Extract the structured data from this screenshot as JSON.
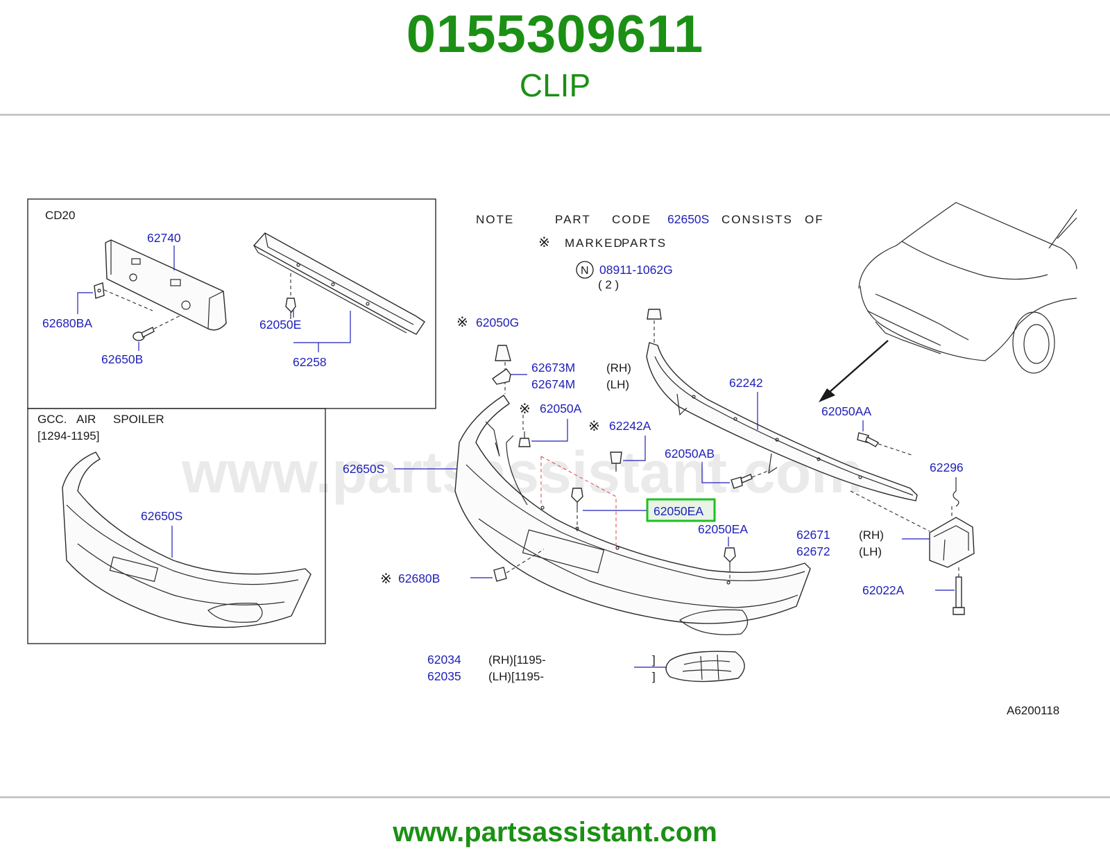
{
  "header": {
    "part_number": "0155309611",
    "part_name": "CLIP"
  },
  "footer": {
    "url": "www.partsassistant.com"
  },
  "watermark": "www.partsassistant.com",
  "diagram": {
    "code": "A6200118",
    "note": {
      "line1_a": "NOTE",
      "line1_b": "PART",
      "line1_c": "CODE",
      "line1_code": "62650S",
      "line1_d": "CONSISTS",
      "line1_e": "OF",
      "mark": "※",
      "line2_a": "MARKED",
      "line2_b": "PARTS"
    },
    "inset_cd20": {
      "title": "CD20",
      "labels": {
        "l62740": "62740",
        "l62680BA": "62680BA",
        "l62650B": "62650B",
        "l62050E": "62050E",
        "l62258": "62258"
      }
    },
    "inset_spoiler": {
      "title_a": "GCC.",
      "title_b": "AIR",
      "title_c": "SPOILER",
      "range": "[1294-1195]",
      "l62650S": "62650S"
    },
    "labels": {
      "n_circle": "N",
      "l08911": "08911-1062G",
      "qty": "( 2 )",
      "l62050G": "62050G",
      "l62673M": "62673M",
      "rh1": "(RH)",
      "l62674M": "62674M",
      "lh1": "(LH)",
      "l62050A": "62050A",
      "l62242A": "62242A",
      "l62242": "62242",
      "l62050AA": "62050AA",
      "l62050AB": "62050AB",
      "l62650S": "62650S",
      "l62050EA_hl": "62050EA",
      "l62050EA": "62050EA",
      "l62296": "62296",
      "l62671": "62671",
      "rh2": "(RH)",
      "l62672": "62672",
      "lh2": "(LH)",
      "l62022A": "62022A",
      "l62680B": "62680B",
      "l62034": "62034",
      "rh3": "(RH)[1195-",
      "br1": "]",
      "l62035": "62035",
      "lh3": "(LH)[1195-",
      "br2": "]"
    },
    "highlight_color": "#1ec01e",
    "label_color": "#1f1fb8",
    "brand_color": "#1b9014"
  }
}
